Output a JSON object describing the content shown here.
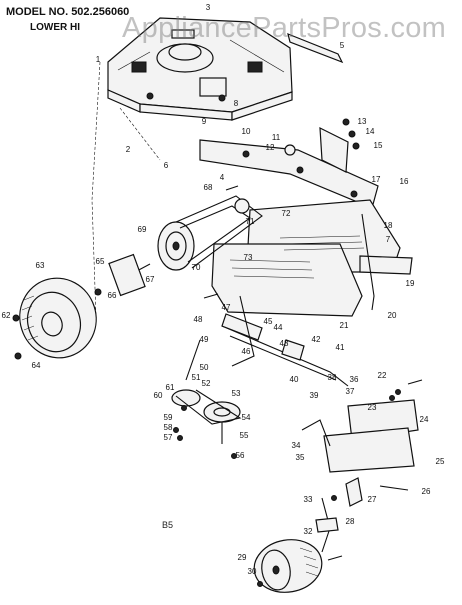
{
  "header": {
    "model_number": "MODEL NO. 502.256060",
    "section_title": "LOWER HI"
  },
  "watermark": "AppliancePartsPros.com",
  "sheet_code": "B5",
  "callouts": [
    "1",
    "2",
    "3",
    "4",
    "5",
    "6",
    "7",
    "8",
    "9",
    "10",
    "11",
    "12",
    "13",
    "14",
    "15",
    "16",
    "17",
    "18",
    "19",
    "20",
    "21",
    "22",
    "23",
    "24",
    "25",
    "26",
    "27",
    "28",
    "29",
    "30",
    "32",
    "33",
    "34",
    "35",
    "36",
    "37",
    "38",
    "39",
    "40",
    "41",
    "42",
    "43",
    "44",
    "45",
    "46",
    "47",
    "48",
    "49",
    "50",
    "51",
    "52",
    "53",
    "54",
    "55",
    "56",
    "57",
    "58",
    "59",
    "60",
    "61",
    "62",
    "63",
    "64",
    "65",
    "66",
    "67",
    "68",
    "69",
    "70",
    "71",
    "72",
    "73"
  ]
}
